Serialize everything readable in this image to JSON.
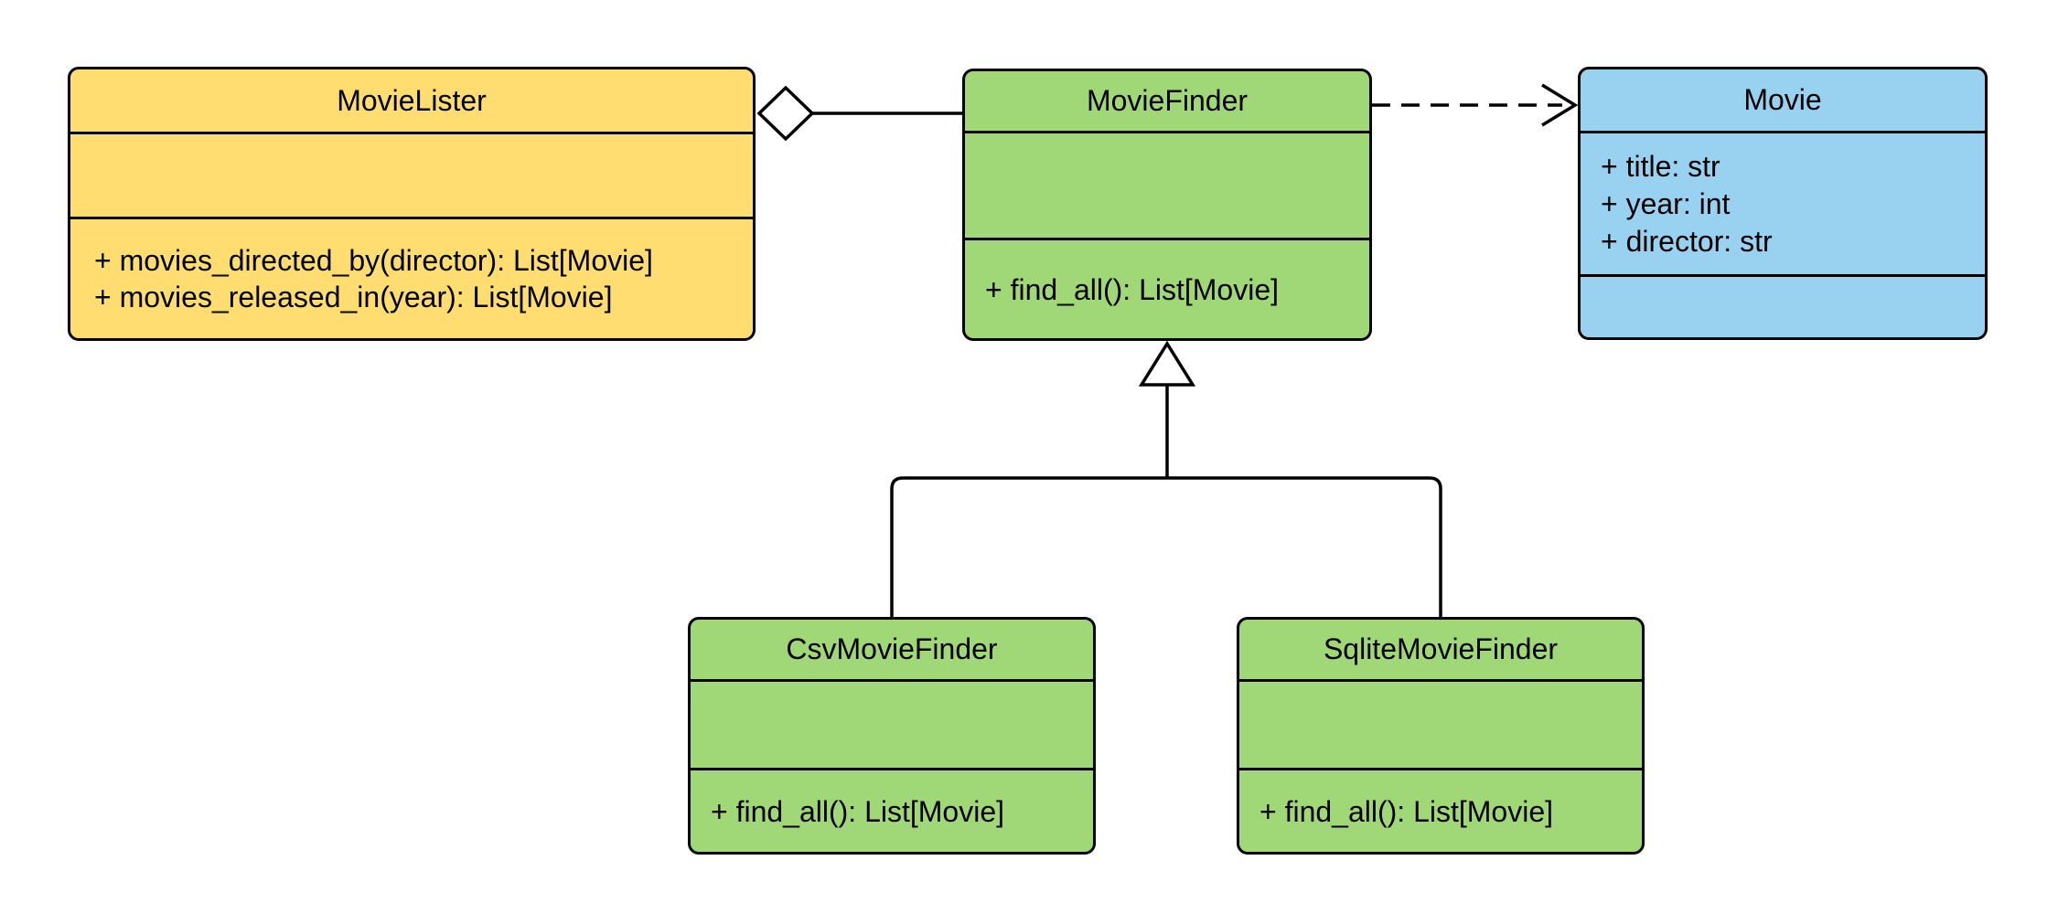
{
  "diagram": {
    "type": "uml-class-diagram",
    "background": "#FFFFFF"
  },
  "colors": {
    "yellow": "#FFDD70",
    "green": "#A0D878",
    "blue": "#99D1F0",
    "line": "#000000",
    "shape_fill": "#FFFFFF"
  },
  "classes": [
    {
      "name": "MovieLister",
      "fill": "yellow",
      "attributes": [],
      "methods": [
        "+ movies_directed_by(director): List[Movie]",
        "+ movies_released_in(year): List[Movie]"
      ]
    },
    {
      "name": "MovieFinder",
      "fill": "green",
      "attributes": [],
      "methods": [
        "+ find_all(): List[Movie]"
      ]
    },
    {
      "name": "Movie",
      "fill": "blue",
      "attributes": [
        "+ title: str",
        "+ year: int",
        "+ director: str"
      ],
      "methods": []
    },
    {
      "name": "CsvMovieFinder",
      "fill": "green",
      "attributes": [],
      "methods": [
        "+ find_all(): List[Movie]"
      ]
    },
    {
      "name": "SqliteMovieFinder",
      "fill": "green",
      "attributes": [],
      "methods": [
        "+ find_all(): List[Movie]"
      ]
    }
  ],
  "relationships": [
    {
      "type": "aggregation",
      "from": "MovieLister",
      "to": "MovieFinder",
      "style": "solid line with hollow diamond at MovieLister"
    },
    {
      "type": "dependency",
      "from": "MovieFinder",
      "to": "Movie",
      "style": "dashed line with open arrowhead at Movie"
    },
    {
      "type": "inheritance",
      "from": "CsvMovieFinder",
      "to": "MovieFinder",
      "style": "solid line with hollow triangle at MovieFinder"
    },
    {
      "type": "inheritance",
      "from": "SqliteMovieFinder",
      "to": "MovieFinder",
      "style": "solid line with hollow triangle at MovieFinder"
    }
  ]
}
